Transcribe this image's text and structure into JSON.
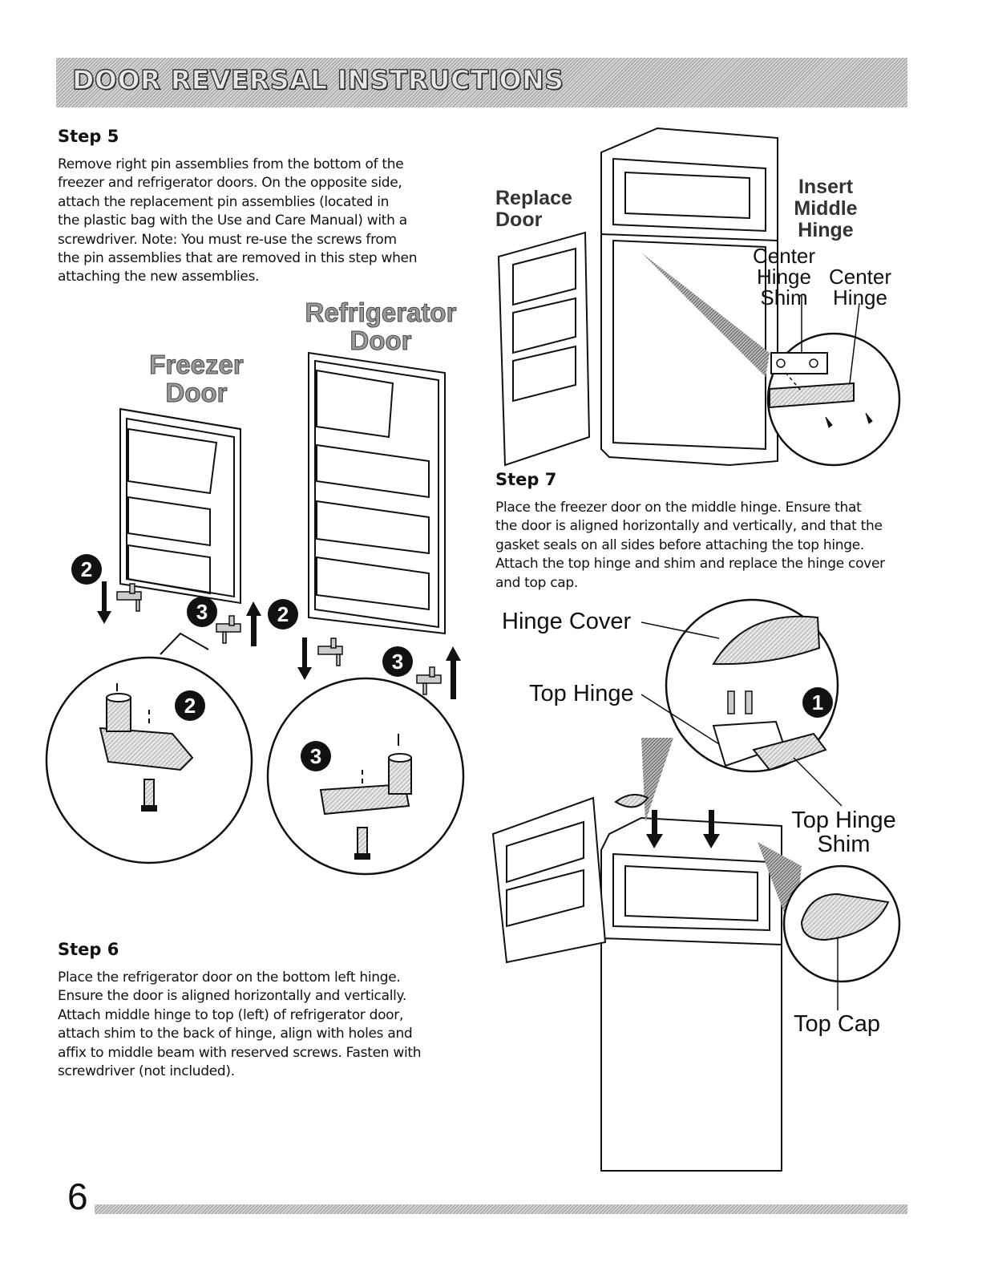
{
  "header": {
    "title": "DOOR REVERSAL INSTRUCTIONS"
  },
  "step5": {
    "title": "Step 5",
    "lines": [
      "Remove right pin assemblies from the bottom of the",
      "freezer and refrigerator doors. On the opposite side,",
      "attach the replacement pin assemblies (located in",
      "the plastic bag with the Use and Care Manual) with a",
      "screwdriver. Note: You must re-use the screws from",
      "the pin assemblies that are removed in this step when",
      "attaching the new assemblies."
    ],
    "freezer_label": [
      "Freezer",
      "Door"
    ],
    "refrigerator_label": [
      "Refrigerator",
      "Door"
    ],
    "badges": [
      "2",
      "3"
    ]
  },
  "step6": {
    "title": "Step 6",
    "lines": [
      "Place the refrigerator door on the bottom left hinge.",
      "Ensure the door is aligned horizontally and vertically.",
      "Attach middle hinge to top (left) of refrigerator door,",
      "attach shim to the back of hinge, align with holes and",
      "affix to middle beam with reserved screws. Fasten with",
      "screwdriver (not included)."
    ],
    "replace_door": [
      "Replace",
      "Door"
    ],
    "insert_middle_hinge": [
      "Insert",
      "Middle",
      "Hinge"
    ],
    "center_hinge_shim": [
      "Center",
      "Hinge",
      "Shim"
    ],
    "center_hinge": [
      "Center",
      "Hinge"
    ]
  },
  "step7": {
    "title": "Step 7",
    "lines": [
      "Place the freezer door on the middle hinge. Ensure that",
      "the door is aligned horizontally and vertically, and that the",
      "gasket seals on all sides before attaching the top hinge.",
      "Attach the top hinge and shim and replace the hinge cover",
      "and top cap."
    ],
    "hinge_cover": "Hinge Cover",
    "top_hinge": "Top Hinge",
    "top_hinge_shim": [
      "Top Hinge",
      "Shim"
    ],
    "top_cap": "Top Cap",
    "badge": "1"
  },
  "footer": {
    "page_number": "6"
  }
}
